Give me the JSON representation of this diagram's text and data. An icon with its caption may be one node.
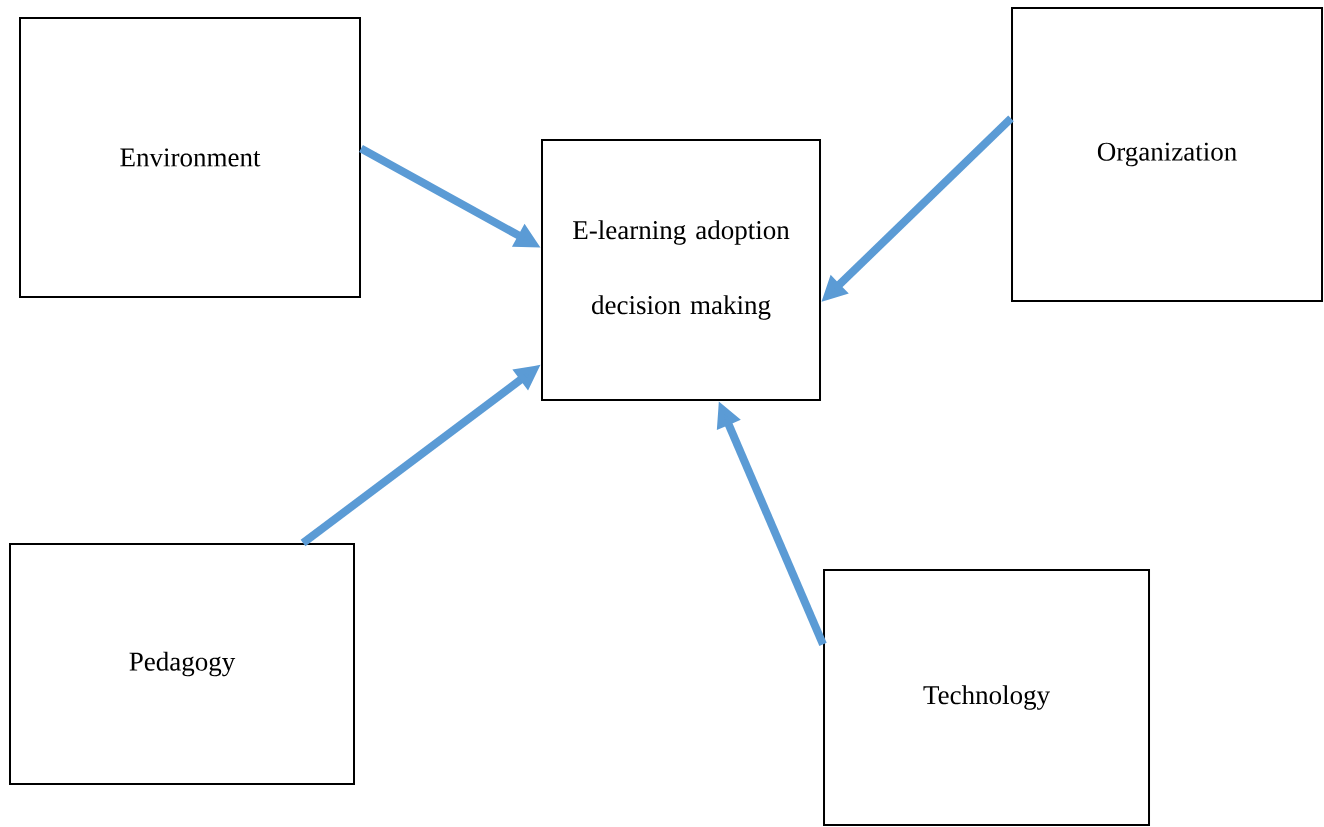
{
  "diagram": {
    "nodes": [
      {
        "text": [
          "Environment"
        ]
      },
      {
        "text": [
          "E-learning adoption decision making"
        ]
      },
      {
        "text": [
          "Organization"
        ]
      },
      {
        "text": [
          "Pedagogy"
        ]
      },
      {
        "text": [
          "Technology"
        ]
      }
    ],
    "edges": [
      {
        "from": 0,
        "to": 1,
        "arrow": "to"
      },
      {
        "from": 2,
        "to": 1,
        "arrow": "to"
      },
      {
        "from": 3,
        "to": 1,
        "arrow": "to"
      },
      {
        "from": 4,
        "to": 1,
        "arrow": "to"
      }
    ]
  }
}
